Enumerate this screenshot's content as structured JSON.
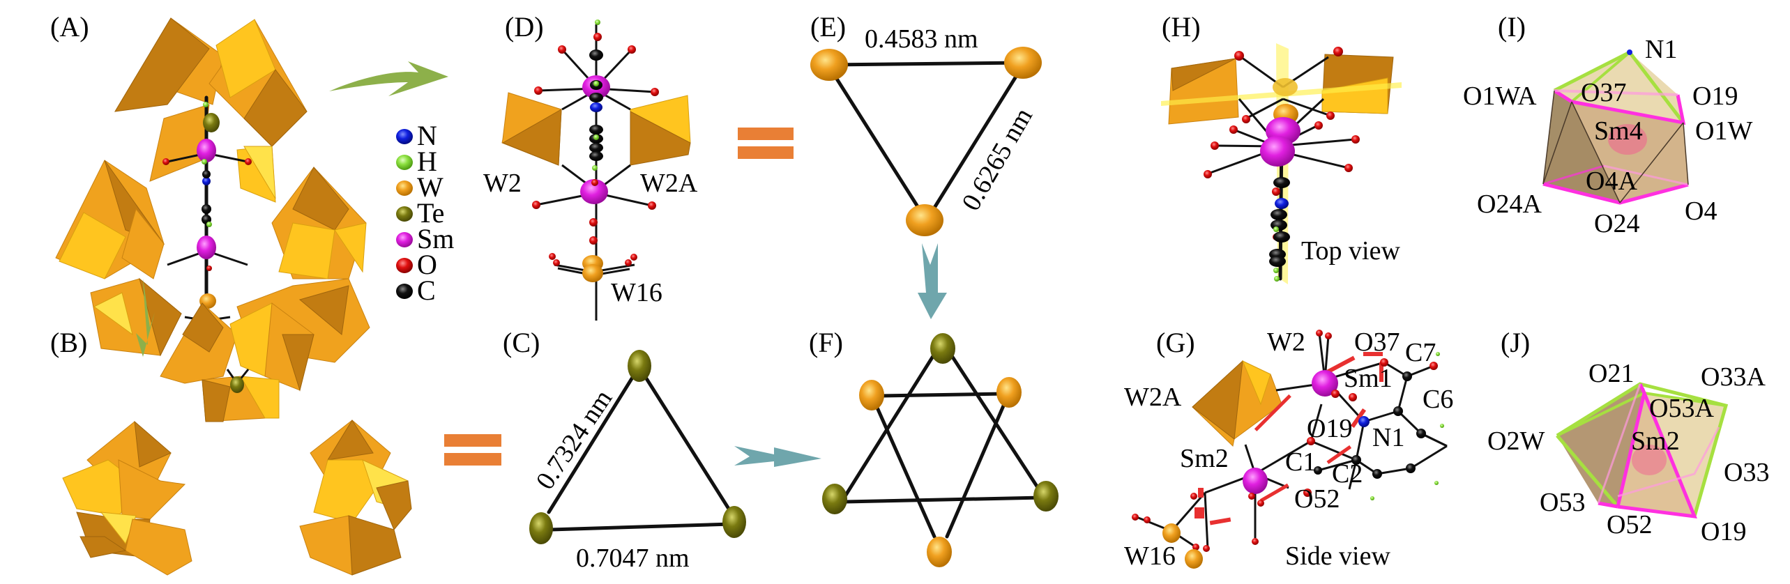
{
  "figure": {
    "panels": {
      "A": "(A)",
      "B": "(B)",
      "C": "(C)",
      "D": "(D)",
      "E": "(E)",
      "F": "(F)",
      "G": "(G)",
      "H": "(H)",
      "I": "(I)",
      "J": "(J)"
    },
    "legend": [
      {
        "symbol": "N",
        "color": "#1020E0"
      },
      {
        "symbol": "H",
        "color": "#8CE040"
      },
      {
        "symbol": "W",
        "color": "#F0A020"
      },
      {
        "symbol": "Te",
        "color": "#7A7A10"
      },
      {
        "symbol": "Sm",
        "color": "#E020E0"
      },
      {
        "symbol": "O",
        "color": "#E01010"
      },
      {
        "symbol": "C",
        "color": "#111111"
      }
    ],
    "colors": {
      "W": "#F0A020",
      "Te": "#7A7A10",
      "Sm": "#E020E0",
      "O": "#E01010",
      "N": "#1020E0",
      "H": "#8CE040",
      "C": "#111111",
      "green_arrow": "#8DB04A",
      "teal_arrow": "#6FA6AC",
      "equals_sign": "#E97F35",
      "polyhedron_edge_pink": "#FF30E0",
      "polyhedron_edge_green": "#A6E040",
      "polyhedron_fill": "#D8B58A"
    },
    "panel_D": {
      "labels": {
        "w2": "W2",
        "w2a": "W2A",
        "w16": "W16"
      }
    },
    "panel_E": {
      "distances": {
        "top": "0.4583 nm",
        "right": "0.6265 nm"
      }
    },
    "panel_C": {
      "distances": {
        "left": "0.7324 nm",
        "bottom": "0.7047 nm"
      }
    },
    "panel_H": {
      "caption": "Top view"
    },
    "panel_G": {
      "caption": "Side view",
      "labels": {
        "w2": "W2",
        "o37": "O37",
        "c7": "C7",
        "w2a": "W2A",
        "sm1": "Sm1",
        "c6": "C6",
        "o19": "O19",
        "n1": "N1",
        "sm2": "Sm2",
        "c1": "C1",
        "c2": "C2",
        "o52": "O52",
        "w16": "W16"
      }
    },
    "panel_I": {
      "labels": {
        "n1": "N1",
        "o1wa": "O1WA",
        "o37": "O37",
        "o19": "O19",
        "sm4": "Sm4",
        "o1w": "O1W",
        "o4a": "O4A",
        "o24a": "O24A",
        "o24": "O24",
        "o4": "O4"
      }
    },
    "panel_J": {
      "labels": {
        "o21": "O21",
        "o33a": "O33A",
        "o53a": "O53A",
        "o2w": "O2W",
        "sm2": "Sm2",
        "o33": "O33",
        "o53": "O53",
        "o52": "O52",
        "o19": "O19"
      }
    }
  }
}
